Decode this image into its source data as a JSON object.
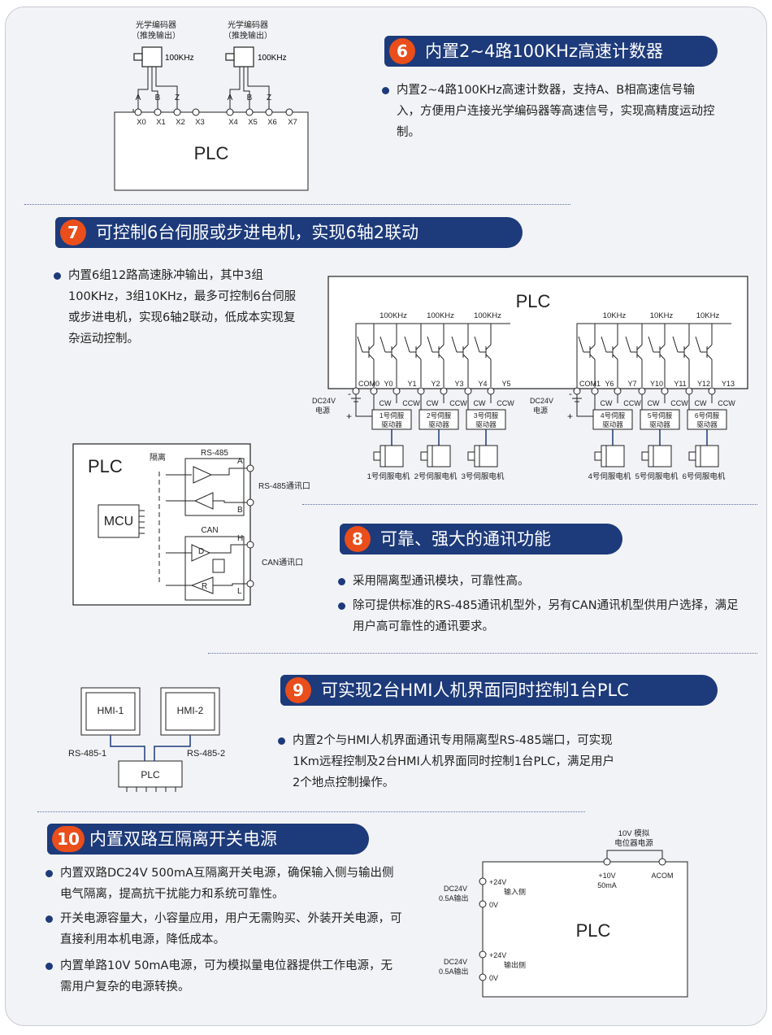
{
  "sec6": {
    "num": "6",
    "title": "内置2~4路100KHz高速计数器",
    "bullets": [
      "内置2~4路100KHz高速计数器，支持A、B相高速信号输入，方便用户连接光学编码器等高速信号，实现高精度运动控制。"
    ],
    "diagram": {
      "encoder_label_1": "光学编码器",
      "encoder_label_2": "（推挽输出）",
      "freq": "100KHz",
      "phases": [
        "A",
        "B",
        "Z"
      ],
      "terminals": [
        "X0",
        "X1",
        "X2",
        "X3",
        "X4",
        "X5",
        "X6",
        "X7"
      ],
      "plc": "PLC"
    }
  },
  "sec7": {
    "num": "7",
    "title": "可控制6台伺服或步进电机，实现6轴2联动",
    "bullets": [
      "内置6组12路高速脉冲输出，其中3组100KHz，3组10KHz，最多可控制6台伺服或步进电机，实现6轴2联动，低成本实现复杂运动控制。"
    ],
    "diagram": {
      "plc": "PLC",
      "freq_left": "100KHz",
      "freq_right": "10KHz",
      "terms_left": [
        "COM0",
        "Y0",
        "Y1",
        "Y2",
        "Y3",
        "Y4",
        "Y5"
      ],
      "terms_right": [
        "COM1",
        "Y6",
        "Y7",
        "Y10",
        "Y11",
        "Y12",
        "Y13"
      ],
      "power": "DC24V",
      "power2": "电源",
      "cw": "CW",
      "ccw": "CCW",
      "drivers": [
        "1号伺服",
        "2号伺服",
        "3号伺服",
        "4号伺服",
        "5号伺服",
        "6号伺服"
      ],
      "driver_suffix": "驱动器",
      "motors": [
        "1号伺服电机",
        "2号伺服电机",
        "3号伺服电机",
        "4号伺服电机",
        "5号伺服电机",
        "6号伺服电机"
      ]
    }
  },
  "sec8": {
    "num": "8",
    "title": "可靠、强大的通讯功能",
    "bullets": [
      "采用隔离型通讯模块，可靠性高。",
      "除可提供标准的RS-485通讯机型外，另有CAN通讯机型供用户选择，满足用户高可靠性的通讯要求。"
    ],
    "diagram": {
      "plc": "PLC",
      "isolation": "隔离",
      "rs485": "RS-485",
      "can": "CAN",
      "mcu": "MCU",
      "pins_485": [
        "A",
        "B"
      ],
      "pins_can": [
        "H",
        "L"
      ],
      "driver_d": "D",
      "driver_r": "R",
      "port_485": "RS-485通讯口",
      "port_can": "CAN通讯口"
    }
  },
  "sec9": {
    "num": "9",
    "title": "可实现2台HMI人机界面同时控制1台PLC",
    "bullets": [
      "内置2个与HMI人机界面通讯专用隔离型RS-485端口，可实现1Km远程控制及2台HMI人机界面同时控制1台PLC，满足用户2个地点控制操作。"
    ],
    "diagram": {
      "hmi1": "HMI-1",
      "hmi2": "HMI-2",
      "port1": "RS-485-1",
      "port2": "RS-485-2",
      "plc": "PLC"
    }
  },
  "sec10": {
    "num": "10",
    "title": "内置双路互隔离开关电源",
    "bullets": [
      "内置双路DC24V 500mA互隔离开关电源，确保输入侧与输出侧电气隔离，提高抗干扰能力和系统可靠性。",
      "开关电源容量大，小容量应用，用户无需购买、外装开关电源，可直接利用本机电源，降低成本。",
      "内置单路10V 50mA电源，可为模拟量电位器提供工作电源，无需用户复杂的电源转换。"
    ],
    "diagram": {
      "plc": "PLC",
      "analog_1": "10V 模拟",
      "analog_2": "电位器电源",
      "v10": "+10V",
      "ma50": "50mA",
      "acom": "ACOM",
      "dc24v": "DC24V",
      "out05": "0.5A输出",
      "p24": "+24V",
      "zero": "0V",
      "input_side": "输入侧",
      "output_side": "输出侧"
    }
  },
  "colors": {
    "banner": "#1d3a7a",
    "badge": "#e94e1b",
    "background": "#f2f3f6"
  }
}
